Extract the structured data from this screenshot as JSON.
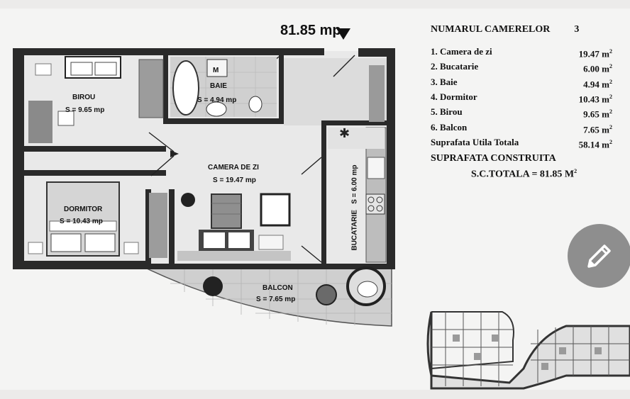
{
  "header": {
    "total_area": "81.85 mp"
  },
  "legend": {
    "title": "NUMARUL CAMERELOR",
    "count": "3",
    "rooms": [
      {
        "label": "1. Camera de zi",
        "value": "19.47 m",
        "unit_sup": "2"
      },
      {
        "label": "2. Bucatarie",
        "value": "6.00 m",
        "unit_sup": "2"
      },
      {
        "label": "3. Baie",
        "value": "4.94 m",
        "unit_sup": "2"
      },
      {
        "label": "4. Dormitor",
        "value": "10.43 m",
        "unit_sup": "2"
      },
      {
        "label": "5. Birou",
        "value": "9.65 m",
        "unit_sup": "2"
      },
      {
        "label": "6. Balcon",
        "value": "7.65 m",
        "unit_sup": "2"
      },
      {
        "label": "Suprafata Utila Totala",
        "value": "58.14 m",
        "unit_sup": "2"
      }
    ]
  },
  "constructed": {
    "line1": "SUPRAFATA CONSTRUITA",
    "line2": "S.C.TOTALA = 81.85 M",
    "sup": "2"
  },
  "plan": {
    "birou": {
      "name": "BIROU",
      "area": "S = 9.65 mp"
    },
    "baie": {
      "mark": "M",
      "name": "BAIE",
      "area": "S = 4.94 mp"
    },
    "camera": {
      "name": "CAMERA DE ZI",
      "area": "S = 19.47 mp"
    },
    "dormitor": {
      "name": "DORMITOR",
      "area": "S = 10.43 mp"
    },
    "bucatarie": {
      "name": "BUCATARIE",
      "area": "S = 6.00 mp"
    },
    "balcon": {
      "name": "BALCON",
      "area": "S = 7.65 mp"
    }
  },
  "icons": {
    "fab": "pencil-icon"
  }
}
